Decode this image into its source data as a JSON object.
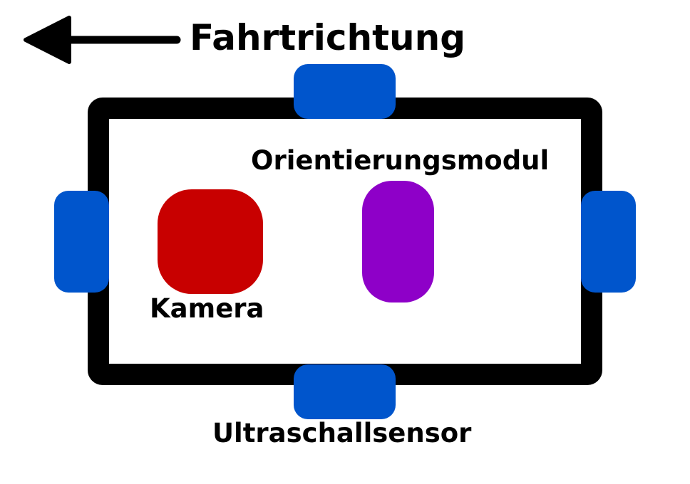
{
  "labels": {
    "direction": "Fahrtrichtung",
    "orientation_module": "Orientierungsmodul",
    "camera": "Kamera",
    "ultrasonic_sensor": "Ultraschallsensor"
  },
  "colors": {
    "outline": "#000000",
    "sensor": "#0055cc",
    "camera": "#c80000",
    "orientation_module": "#8e00c8",
    "background": "#ffffff"
  },
  "icons": {
    "direction": "arrow-left-icon"
  }
}
